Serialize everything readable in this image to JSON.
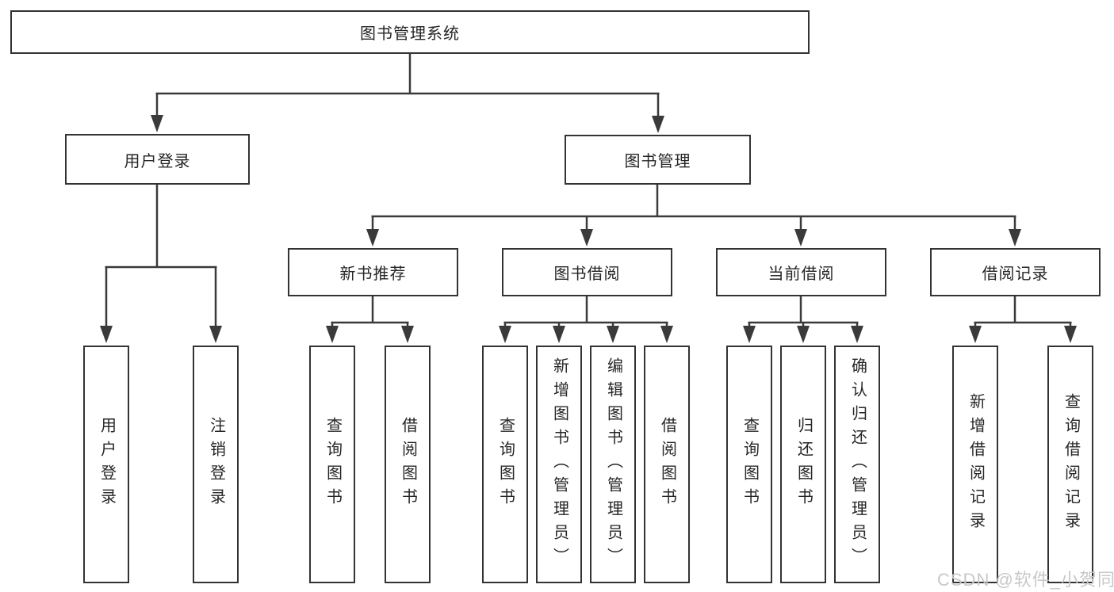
{
  "diagram": {
    "root": {
      "label": "图书管理系统"
    },
    "user_login": {
      "label": "用户登录",
      "children": [
        {
          "label": "用户登录"
        },
        {
          "label": "注销登录"
        }
      ]
    },
    "book_mgmt": {
      "label": "图书管理",
      "sections": [
        {
          "label": "新书推荐",
          "children": [
            {
              "label": "查询图书"
            },
            {
              "label": "借阅图书"
            }
          ]
        },
        {
          "label": "图书借阅",
          "children": [
            {
              "label": "查询图书"
            },
            {
              "label": "新增图书（管理员）"
            },
            {
              "label": "编辑图书（管理员）"
            },
            {
              "label": "借阅图书"
            }
          ]
        },
        {
          "label": "当前借阅",
          "children": [
            {
              "label": "查询图书"
            },
            {
              "label": "归还图书"
            },
            {
              "label": "确认归还（管理员）"
            }
          ]
        },
        {
          "label": "借阅记录",
          "children": [
            {
              "label": "新增借阅记录"
            },
            {
              "label": "查询借阅记录"
            }
          ]
        }
      ]
    }
  },
  "watermark": {
    "text": "CSDN @软件_小贺同学"
  },
  "colors": {
    "line": "#3a3a3a",
    "box_border": "#333333",
    "text": "#262626",
    "watermark": "#c8c8c8",
    "background": "#ffffff"
  }
}
